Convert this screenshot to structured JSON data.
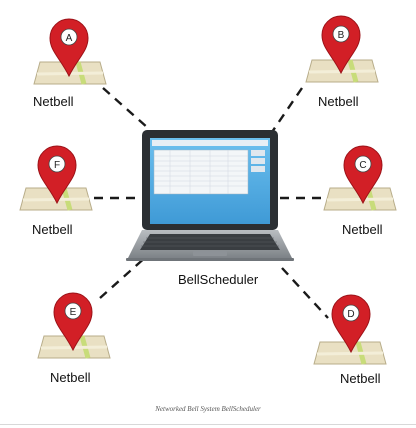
{
  "server": {
    "label": "BellScheduler"
  },
  "nodes": [
    {
      "marker": "A",
      "label": "Netbell"
    },
    {
      "marker": "B",
      "label": "Netbell"
    },
    {
      "marker": "C",
      "label": "Netbell"
    },
    {
      "marker": "D",
      "label": "Netbell"
    },
    {
      "marker": "E",
      "label": "Netbell"
    },
    {
      "marker": "F",
      "label": "Netbell"
    }
  ],
  "caption": "Networked Bell System BellScheduler",
  "colors": {
    "pin": "#d21f26",
    "pin_dark": "#9c1218",
    "map_paper": "#e9e0c3",
    "map_road": "#f3eed8",
    "map_green": "#c8dc7a",
    "connector": "#1a1a1a",
    "screen": "#5bb0e4",
    "laptop_body": "#9ea3a8"
  }
}
